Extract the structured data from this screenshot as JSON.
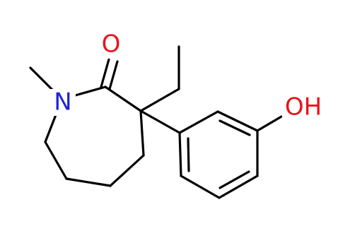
{
  "diagram": {
    "type": "chemical-structure",
    "atoms": {
      "oxygen_carbonyl": {
        "symbol": "O",
        "color": "#e8141c"
      },
      "nitrogen": {
        "symbol": "N",
        "color": "#1f22d6"
      },
      "hydroxyl": {
        "symbol": "OH",
        "color": "#e8141c"
      }
    },
    "bond_color": "#000000"
  }
}
